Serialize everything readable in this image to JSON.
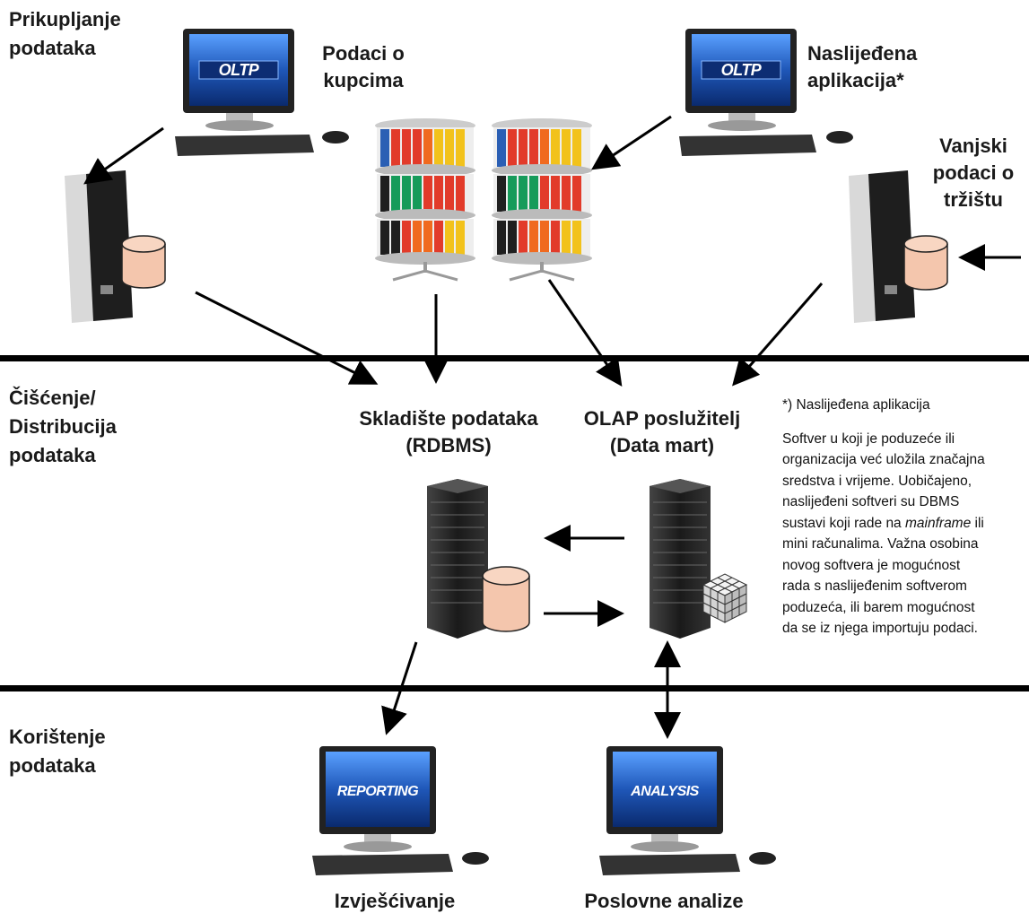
{
  "sections": {
    "collection": "Prikupljanje\npodataka",
    "cleansing": "Čišćenje/\nDistribucija\npodataka",
    "usage": "Korištenje\npodataka"
  },
  "sources": {
    "customer_data": "Podaci o\nkupcima",
    "legacy_app": "Naslijeđena\naplikacija*",
    "external_data": "Vanjski\npodaci o\ntržištu"
  },
  "screens": {
    "oltp_left": "OLTP",
    "oltp_right": "OLTP",
    "reporting": "REPORTING",
    "analysis": "ANALYSIS"
  },
  "servers": {
    "warehouse": "Skladište podataka\n(RDBMS)",
    "olap": "OLAP poslužitelj\n(Data mart)"
  },
  "outputs": {
    "reporting": "Izvješćivanje",
    "analysis": "Poslovne analize"
  },
  "note": {
    "title": "*) Naslijeđena aplikacija",
    "body_1": "Softver u koji je poduzeće ili\norganizacija već uložila značajna\nsredstva i vrijeme. Uobičajeno,\nnaslijeđeni softveri su DBMS\nsustavi koji rade na ",
    "body_italic": "mainframe",
    "body_2": " ili\nmini računalima. Važna osobina\nnovog softvera je mogućnost\nrada s naslijeđenim softverom\npoduzeća, ili barem mogućnost\nda se iz njega importuju podaci."
  },
  "colors": {
    "screen_blue": "#1f57b8",
    "cylinder": "#f4c6ad",
    "tower": "#1c1c1c",
    "divider": "#000000"
  }
}
